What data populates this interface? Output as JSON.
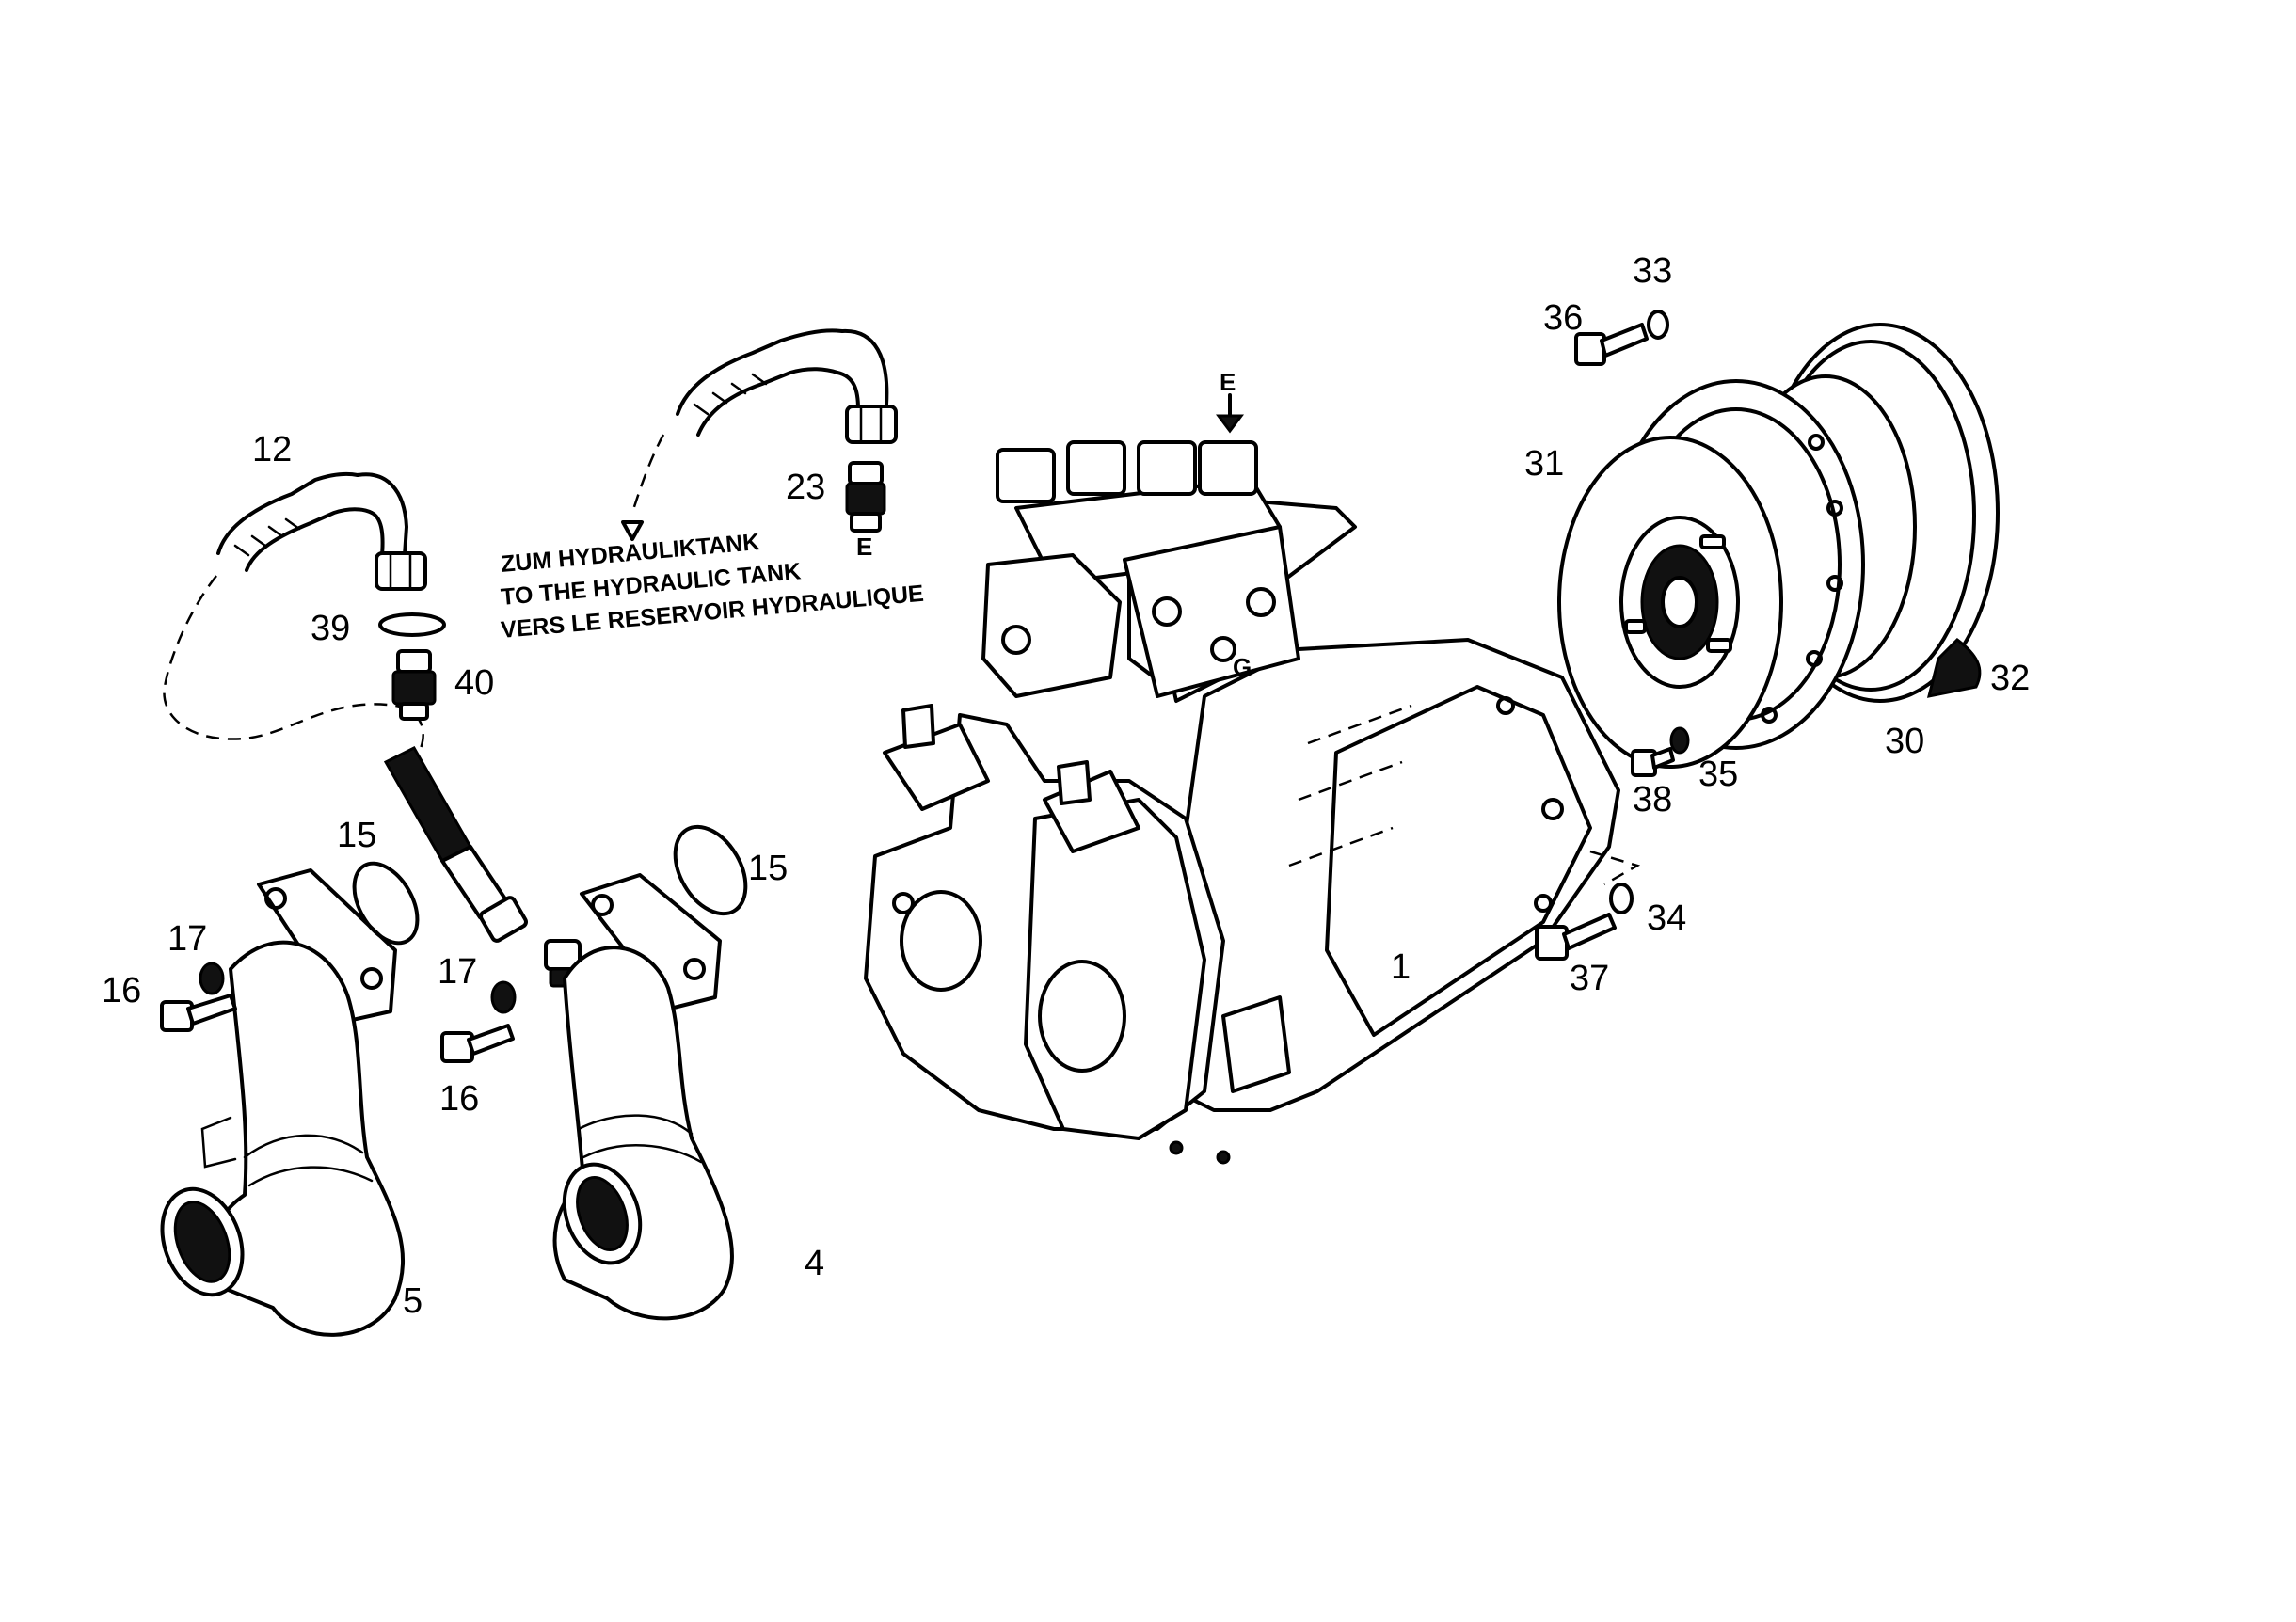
{
  "callouts": {
    "c1": "1",
    "c4": "4",
    "c5": "5",
    "c12": "12",
    "c15a": "15",
    "c15b": "15",
    "c16a": "16",
    "c16b": "16",
    "c17a": "17",
    "c17b": "17",
    "c23": "23",
    "c30": "30",
    "c31": "31",
    "c32": "32",
    "c33": "33",
    "c34": "34",
    "c35": "35",
    "c36": "36",
    "c37": "37",
    "c38": "38",
    "c39": "39",
    "c40": "40"
  },
  "port_letters": {
    "e_top": "E",
    "e_fitting": "E",
    "g_block": "G"
  },
  "tank_note": {
    "line_de": "ZUM HYDRAULIKTANK",
    "line_en": "TO THE HYDRAULIC TANK",
    "line_fr": "VERS LE RESERVOIR HYDRAULIQUE"
  }
}
